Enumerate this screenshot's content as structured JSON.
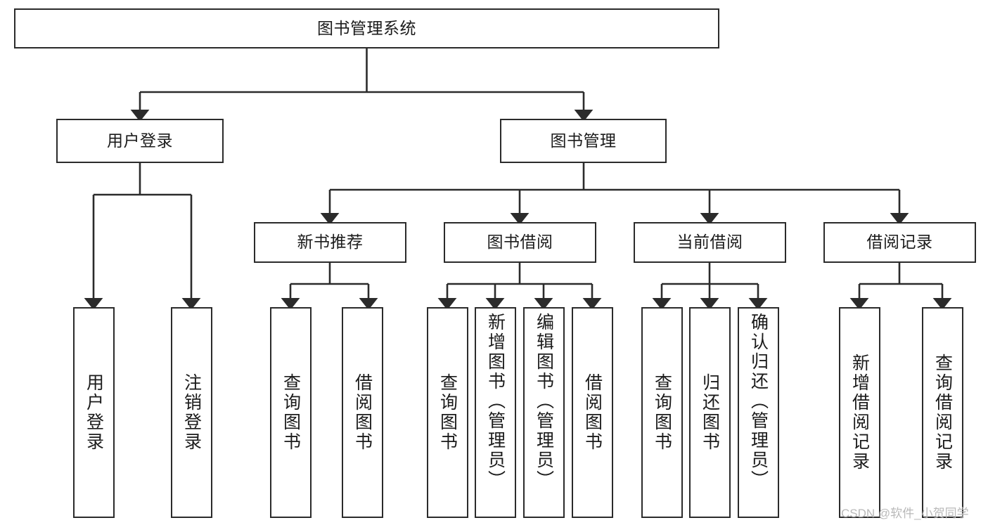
{
  "diagram": {
    "type": "tree-hierarchy",
    "title": "图书管理系统",
    "watermark": "CSDN @软件_小贺同学",
    "colors": {
      "stroke": "#2b2b2b",
      "fill": "#ffffff",
      "text": "#1b1b1b",
      "watermark": "#b9b9b9"
    },
    "root": {
      "id": "root",
      "label": "图书管理系统"
    },
    "level1": [
      {
        "id": "user-login",
        "label": "用户登录"
      },
      {
        "id": "book-manage",
        "label": "图书管理"
      }
    ],
    "level2": [
      {
        "id": "new-book-recommend",
        "label": "新书推荐",
        "parent": "book-manage"
      },
      {
        "id": "book-borrow",
        "label": "图书借阅",
        "parent": "book-manage"
      },
      {
        "id": "current-borrow",
        "label": "当前借阅",
        "parent": "book-manage"
      },
      {
        "id": "borrow-record",
        "label": "借阅记录",
        "parent": "book-manage"
      }
    ],
    "leaves": [
      {
        "id": "leaf-user-login",
        "label": "用户登录",
        "parent": "user-login"
      },
      {
        "id": "leaf-user-logout",
        "label": "注销登录",
        "parent": "user-login"
      },
      {
        "id": "leaf-query-book-1",
        "label": "查询图书",
        "parent": "new-book-recommend"
      },
      {
        "id": "leaf-borrow-book-1",
        "label": "借阅图书",
        "parent": "new-book-recommend"
      },
      {
        "id": "leaf-query-book-2",
        "label": "查询图书",
        "parent": "book-borrow"
      },
      {
        "id": "leaf-add-book",
        "label": "新增图书（管理员）",
        "parent": "book-borrow"
      },
      {
        "id": "leaf-edit-book",
        "label": "编辑图书（管理员）",
        "parent": "book-borrow"
      },
      {
        "id": "leaf-borrow-book-2",
        "label": "借阅图书",
        "parent": "book-borrow"
      },
      {
        "id": "leaf-query-book-3",
        "label": "查询图书",
        "parent": "current-borrow"
      },
      {
        "id": "leaf-return-book",
        "label": "归还图书",
        "parent": "current-borrow"
      },
      {
        "id": "leaf-confirm-return",
        "label": "确认归还（管理员）",
        "parent": "current-borrow"
      },
      {
        "id": "leaf-add-record",
        "label": "新增借阅记录",
        "parent": "borrow-record"
      },
      {
        "id": "leaf-query-record",
        "label": "查询借阅记录",
        "parent": "borrow-record"
      }
    ]
  }
}
